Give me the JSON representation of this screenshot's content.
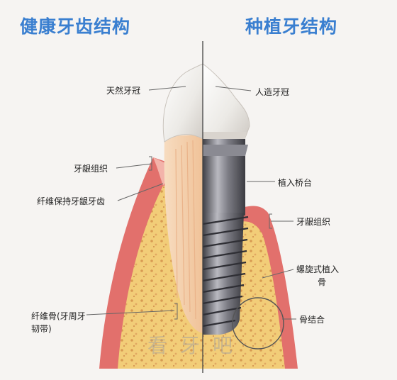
{
  "headings": {
    "left": "健康牙齿结构",
    "right": "种植牙结构"
  },
  "labels_left": {
    "crown": "天然牙冠",
    "gingiva": "牙龈组织",
    "fiber": "纤维保持牙龈牙齿",
    "ligament_line1": "纤维骨(牙周牙",
    "ligament_line2": "韧带)"
  },
  "labels_right": {
    "crown": "人造牙冠",
    "abutment": "植入桥台",
    "gingiva": "牙龈组织",
    "implant_line1": "螺旋式植入",
    "implant_line2": "骨",
    "osseo": "骨结合"
  },
  "watermark": "看牙吧",
  "colors": {
    "heading": "#3a7fd0",
    "gum": "#e2706c",
    "bone": "#f2cd78",
    "root": "#f4cfaa",
    "metal": "#6e6e74"
  }
}
